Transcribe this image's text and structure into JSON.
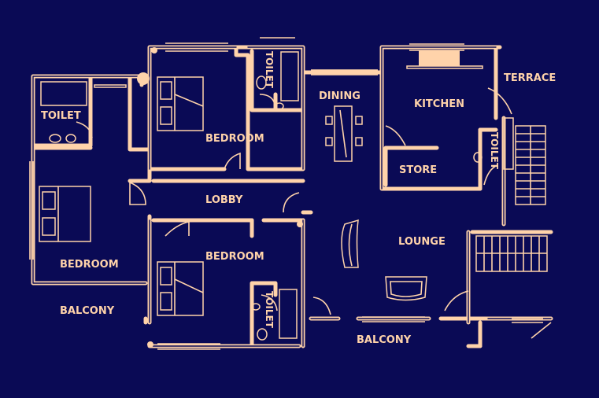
{
  "plan": {
    "colors": {
      "background": "#0a0a55",
      "lines": "#ffd3aa"
    },
    "rooms": {
      "toilet_left": "TOILET",
      "bedroom_top": "BEDROOM",
      "toilet_top": "TOILET",
      "dining": "DINING",
      "kitchen": "KITCHEN",
      "terrace": "TERRACE",
      "store": "STORE",
      "toilet_right": "TOILET",
      "lobby": "LOBBY",
      "bedroom_left": "BEDROOM",
      "bedroom_middle": "BEDROOM",
      "lounge": "LOUNGE",
      "toilet_bottom": "TOILET",
      "balcony_left": "BALCONY",
      "balcony_bottom": "BALCONY"
    }
  }
}
